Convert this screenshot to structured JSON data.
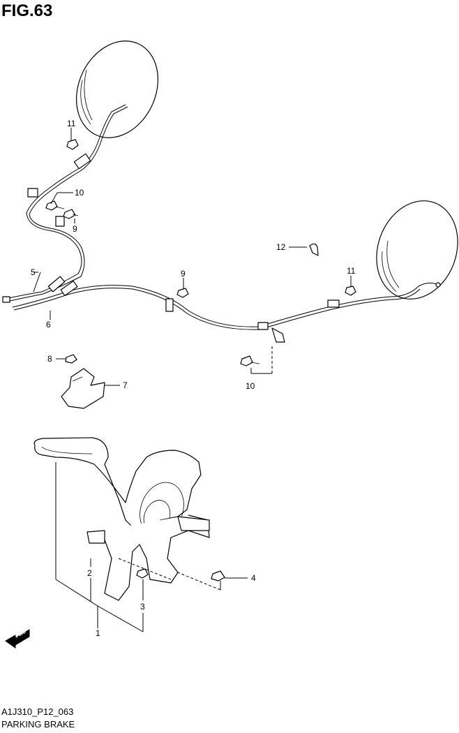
{
  "figure": {
    "title": "FIG.63",
    "code": "A1J310_P12_063",
    "name": "PARKING BRAKE"
  },
  "callouts": {
    "p1": "1",
    "p2": "2",
    "p3": "3",
    "p4": "4",
    "p5": "5",
    "p6": "6",
    "p7": "7",
    "p8": "8",
    "p9a": "9",
    "p9b": "9",
    "p10a": "10",
    "p10b": "10",
    "p11a": "11",
    "p11b": "11",
    "p12": "12"
  },
  "fwd_label": "FWD"
}
